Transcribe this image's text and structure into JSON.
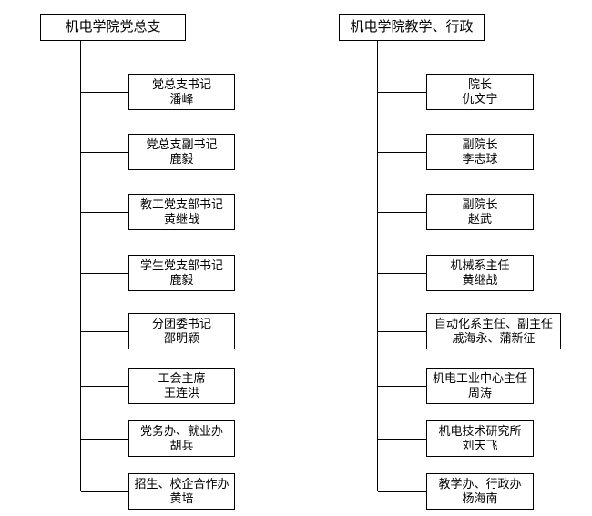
{
  "colors": {
    "background": "#ffffff",
    "line": "#000000",
    "text": "#000000"
  },
  "trees": [
    {
      "root": "机电学院党总支",
      "children": [
        {
          "title": "党总支书记",
          "name": "潘峰"
        },
        {
          "title": "党总支副书记",
          "name": "鹿毅"
        },
        {
          "title": "教工党支部书记",
          "name": "黄继战"
        },
        {
          "title": "学生党支部书记",
          "name": "鹿毅"
        },
        {
          "title": "分团委书记",
          "name": "邵明颖"
        },
        {
          "title": "工会主席",
          "name": "王连洪"
        },
        {
          "title": "党务办、就业办",
          "name": "胡兵"
        },
        {
          "title": "招生、校企合作办",
          "name": "黄培"
        }
      ]
    },
    {
      "root": "机电学院教学、行政",
      "children": [
        {
          "title": "院长",
          "name": "仇文宁"
        },
        {
          "title": "副院长",
          "name": "李志球"
        },
        {
          "title": "副院长",
          "name": "赵武"
        },
        {
          "title": "机械系主任",
          "name": "黄继战"
        },
        {
          "title": "自动化系主任、副主任",
          "name": "戚海永、蒲新征"
        },
        {
          "title": "机电工业中心主任",
          "name": "周涛"
        },
        {
          "title": "机电技术研究所",
          "name": "刘天飞"
        },
        {
          "title": "教学办、行政办",
          "name": "杨海南"
        }
      ]
    }
  ]
}
